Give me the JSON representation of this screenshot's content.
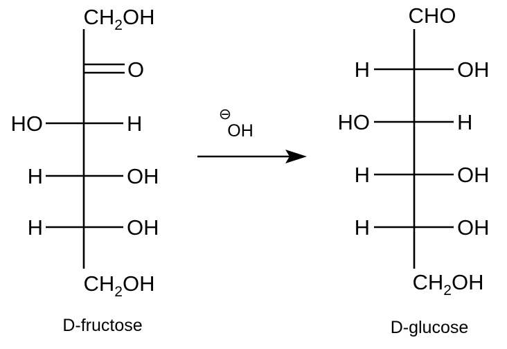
{
  "reaction": {
    "reactant": {
      "name": "D-fructose",
      "top": {
        "pre": "CH",
        "sub": "2",
        "post": "OH"
      },
      "carbonyl": "O",
      "rows": [
        {
          "left": "HO",
          "right": "H"
        },
        {
          "left": "H",
          "right": "OH"
        },
        {
          "left": "H",
          "right": "OH"
        }
      ],
      "bottom": {
        "pre": "CH",
        "sub": "2",
        "post": "OH"
      }
    },
    "reagent": {
      "charge": "⊖",
      "text": "OH"
    },
    "product": {
      "name": "D-glucose",
      "top": "CHO",
      "rows": [
        {
          "left": "H",
          "right": "OH"
        },
        {
          "left": "HO",
          "right": "H"
        },
        {
          "left": "H",
          "right": "OH"
        },
        {
          "left": "H",
          "right": "OH"
        }
      ],
      "bottom": {
        "pre": "CH",
        "sub": "2",
        "post": "OH"
      }
    }
  }
}
